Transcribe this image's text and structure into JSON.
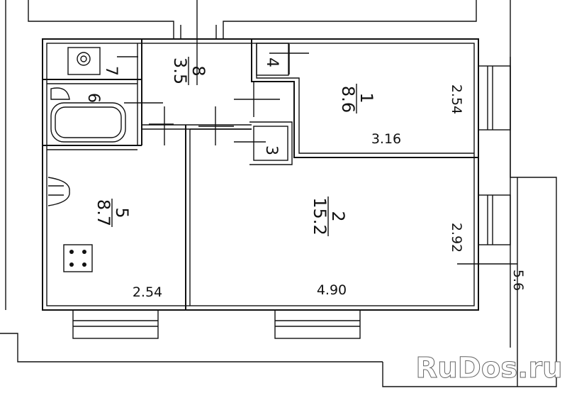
{
  "rooms": {
    "r1": {
      "number": "1",
      "area": "8.6"
    },
    "r2": {
      "number": "2",
      "area": "15.2"
    },
    "r3": {
      "number": "3"
    },
    "r4": {
      "number": "4"
    },
    "r5": {
      "number": "5",
      "area": "8.7"
    },
    "r6": {
      "number": "6"
    },
    "r7": {
      "number": "7"
    },
    "r8": {
      "number": "8",
      "area": "3.5"
    }
  },
  "dimensions": {
    "d1": "2.54",
    "d2": "3.16",
    "d3": "2.92",
    "d4": "4.90",
    "d5": "2.54",
    "d6": "5.6"
  },
  "watermark": "RuDos.ru"
}
